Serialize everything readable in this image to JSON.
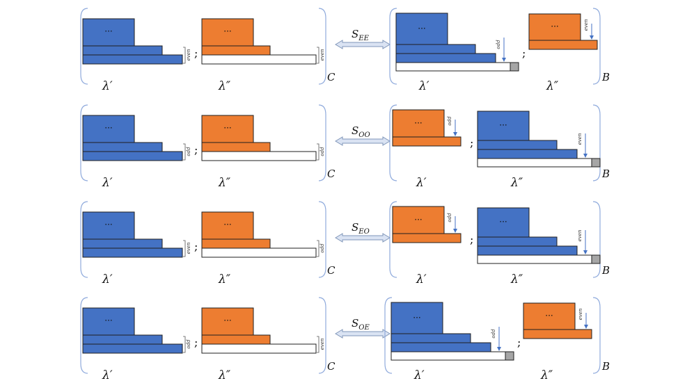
{
  "rows": [
    {
      "map": {
        "main": "S",
        "sub": "EE"
      },
      "left": {
        "label": "C",
        "first": "λ′",
        "second": "λ″",
        "first_parity": "even",
        "second_parity": "even"
      },
      "right": {
        "label": "B",
        "first": "λ′",
        "second": "λ″",
        "first_parity": "odd",
        "second_parity": "even",
        "tall": "first"
      }
    },
    {
      "map": {
        "main": "S",
        "sub": "OO"
      },
      "left": {
        "label": "C",
        "first": "λ′",
        "second": "λ″",
        "first_parity": "odd",
        "second_parity": "odd"
      },
      "right": {
        "label": "B",
        "first": "λ′",
        "second": "λ″",
        "first_parity": "odd",
        "second_parity": "even",
        "tall": "second"
      }
    },
    {
      "map": {
        "main": "S",
        "sub": "EO"
      },
      "left": {
        "label": "C",
        "first": "λ′",
        "second": "λ″",
        "first_parity": "even",
        "second_parity": "odd"
      },
      "right": {
        "label": "B",
        "first": "λ′",
        "second": "λ″",
        "first_parity": "odd",
        "second_parity": "even",
        "tall": "second"
      }
    },
    {
      "map": {
        "main": "S",
        "sub": "OE"
      },
      "left": {
        "label": "C",
        "first": "λ′",
        "second": "λ″",
        "first_parity": "odd",
        "second_parity": "even"
      },
      "right": {
        "label": "B",
        "first": "λ′",
        "second": "λ″",
        "first_parity": "odd",
        "second_parity": "even",
        "tall": "first"
      }
    }
  ],
  "separator": ";",
  "ellipsis": "···",
  "colors": {
    "blue": "#4472c4",
    "orange": "#ed7d31",
    "bracket": "#8faadc",
    "arrow": "#4472c4",
    "tail": "#a6a6a6"
  }
}
